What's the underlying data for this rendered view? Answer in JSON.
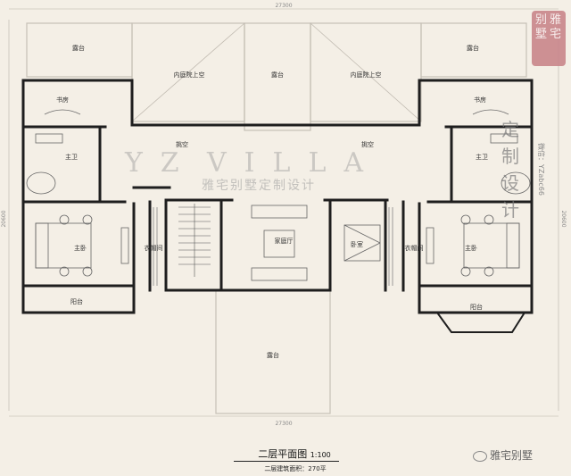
{
  "dimensions": {
    "top_width": "27300",
    "bottom_width": "27300",
    "left_depth": "20600",
    "right_depth": "20600"
  },
  "rooms": {
    "terrace_nw": "露台",
    "terrace_ne": "露台",
    "inner_court_left": "内庭院上空",
    "inner_court_right": "内庭院上空",
    "terrace_center": "露台",
    "study_left": "书房",
    "study_right": "书房",
    "void_left": "挑空",
    "void_right": "挑空",
    "bath_left": "主卫",
    "bath_right": "主卫",
    "bed_left": "主卧",
    "bed_right": "主卧",
    "closet_left": "衣帽间",
    "closet_right": "衣帽间",
    "family_hall": "家庭厅",
    "bedroom": "卧室",
    "balcony_left": "阳台",
    "balcony_right": "阳台",
    "terrace_south": "露台"
  },
  "watermark": {
    "logo_yz": "YZ",
    "logo_villa": "VILLA",
    "tagline": "雅宅别墅定制设计",
    "vertical": [
      "定",
      "制",
      "设",
      "计"
    ],
    "wechat": "微信：YZabc66"
  },
  "stamp": {
    "chars": [
      "雅",
      "宅",
      "别",
      "墅"
    ]
  },
  "title": {
    "main": "二层平面图",
    "scale": "1:100",
    "area": "二层建筑面积：270平"
  },
  "brand": {
    "name": "雅宅别墅"
  },
  "colors": {
    "background": "#f4efe6",
    "wall": "#1e1e1e",
    "stamp": "#c9868b"
  }
}
